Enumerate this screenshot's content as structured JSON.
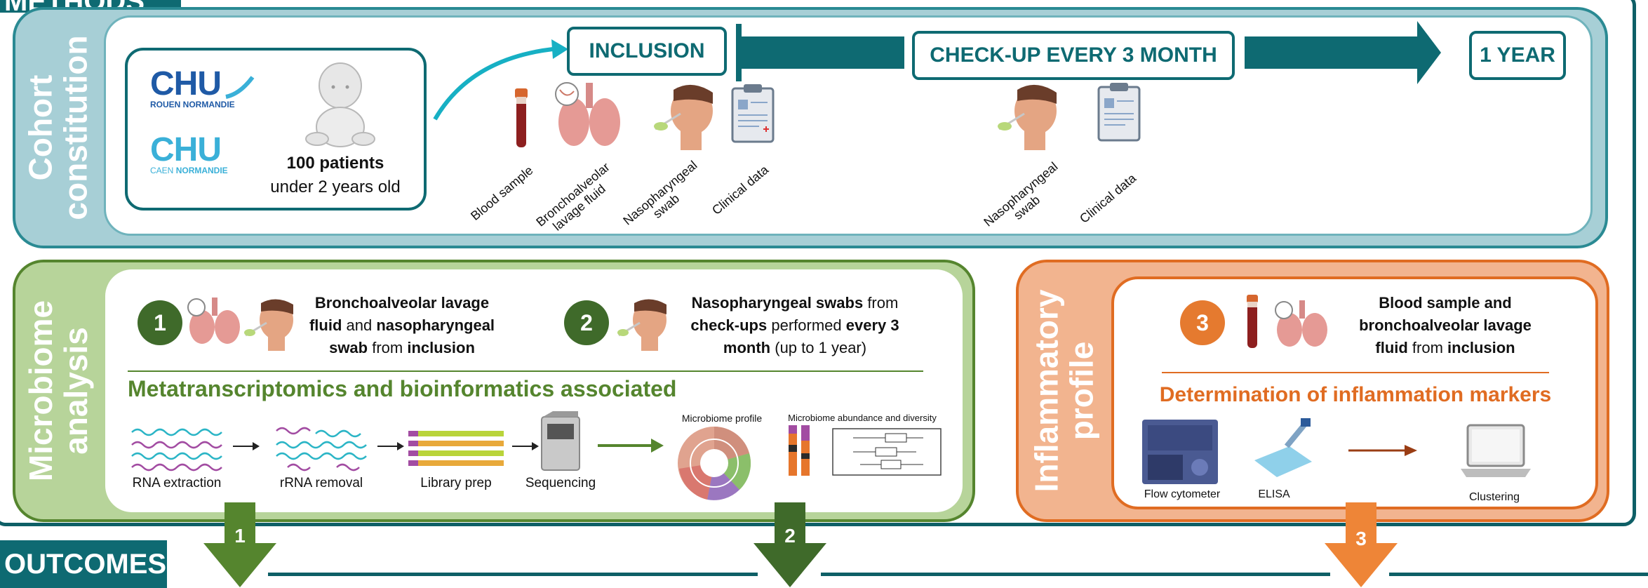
{
  "colors": {
    "teal": "#0e6a72",
    "teal_light": "#a7cfd6",
    "green": "#55852e",
    "green_light": "#b7d49a",
    "green_dark": "#3f6a2a",
    "orange": "#e06c22",
    "orange_light": "#f2b48f"
  },
  "header": {
    "methods_label": "METHODS",
    "outcomes_label": "OUTCOMES"
  },
  "cohort": {
    "side_label_line1": "Cohort",
    "side_label_line2": "constitution",
    "chu1_name": "CHU",
    "chu1_sub": "ROUEN NORMANDIE",
    "chu2_name": "CHU",
    "chu2_sub_a": "CAEN ",
    "chu2_sub_b": "NORMANDIE",
    "patients_bold": "100 patients",
    "patients_rest": "under 2 years old",
    "inclusion": "INCLUSION",
    "checkup": "CHECK-UP EVERY 3 MONTH",
    "one_year": "1 YEAR",
    "samples": [
      "Blood sample",
      "Bronchoalveolar lavage fluid",
      "Nasopharyngeal swab",
      "Clinical data"
    ],
    "checkup_samples": [
      "Nasopharyngeal swab",
      "Clinical data"
    ]
  },
  "microbiome": {
    "side_label_line1": "Microbiome",
    "side_label_line2": "analysis",
    "num1": "1",
    "num2": "2",
    "d1_a": "Bronchoalveolar lavage",
    "d1_b": "fluid",
    "d1_c": " and ",
    "d1_d": "nasopharyngeal",
    "d1_e": "swab",
    "d1_f": " from ",
    "d1_g": "inclusion",
    "d2_a": "Nasopharyngeal swabs",
    "d2_b": " from",
    "d2_c": "check-ups",
    "d2_d": " performed ",
    "d2_e": "every 3",
    "d2_f": "month",
    "d2_g": " (up to 1 year)",
    "title": "Metatranscriptomics and bioinformatics associated",
    "steps": [
      "RNA extraction",
      "rRNA removal",
      "Library prep",
      "Sequencing"
    ],
    "profile_label": "Microbiome profile",
    "abundance_label": "Microbiome abundance and diversity"
  },
  "inflammatory": {
    "side_label_line1": "Inflammatory",
    "side_label_line2": "profile",
    "num3": "3",
    "d3_a": "Blood sample and",
    "d3_b": "bronchoalveolar lavage",
    "d3_c": "fluid",
    "d3_d": " from ",
    "d3_e": "inclusion",
    "title": "Determination of inflammation markers",
    "steps": [
      "Flow cytometer",
      "ELISA",
      "Clustering"
    ]
  },
  "outcomes": {
    "arrow1": "1",
    "arrow2": "2",
    "arrow3": "3"
  }
}
